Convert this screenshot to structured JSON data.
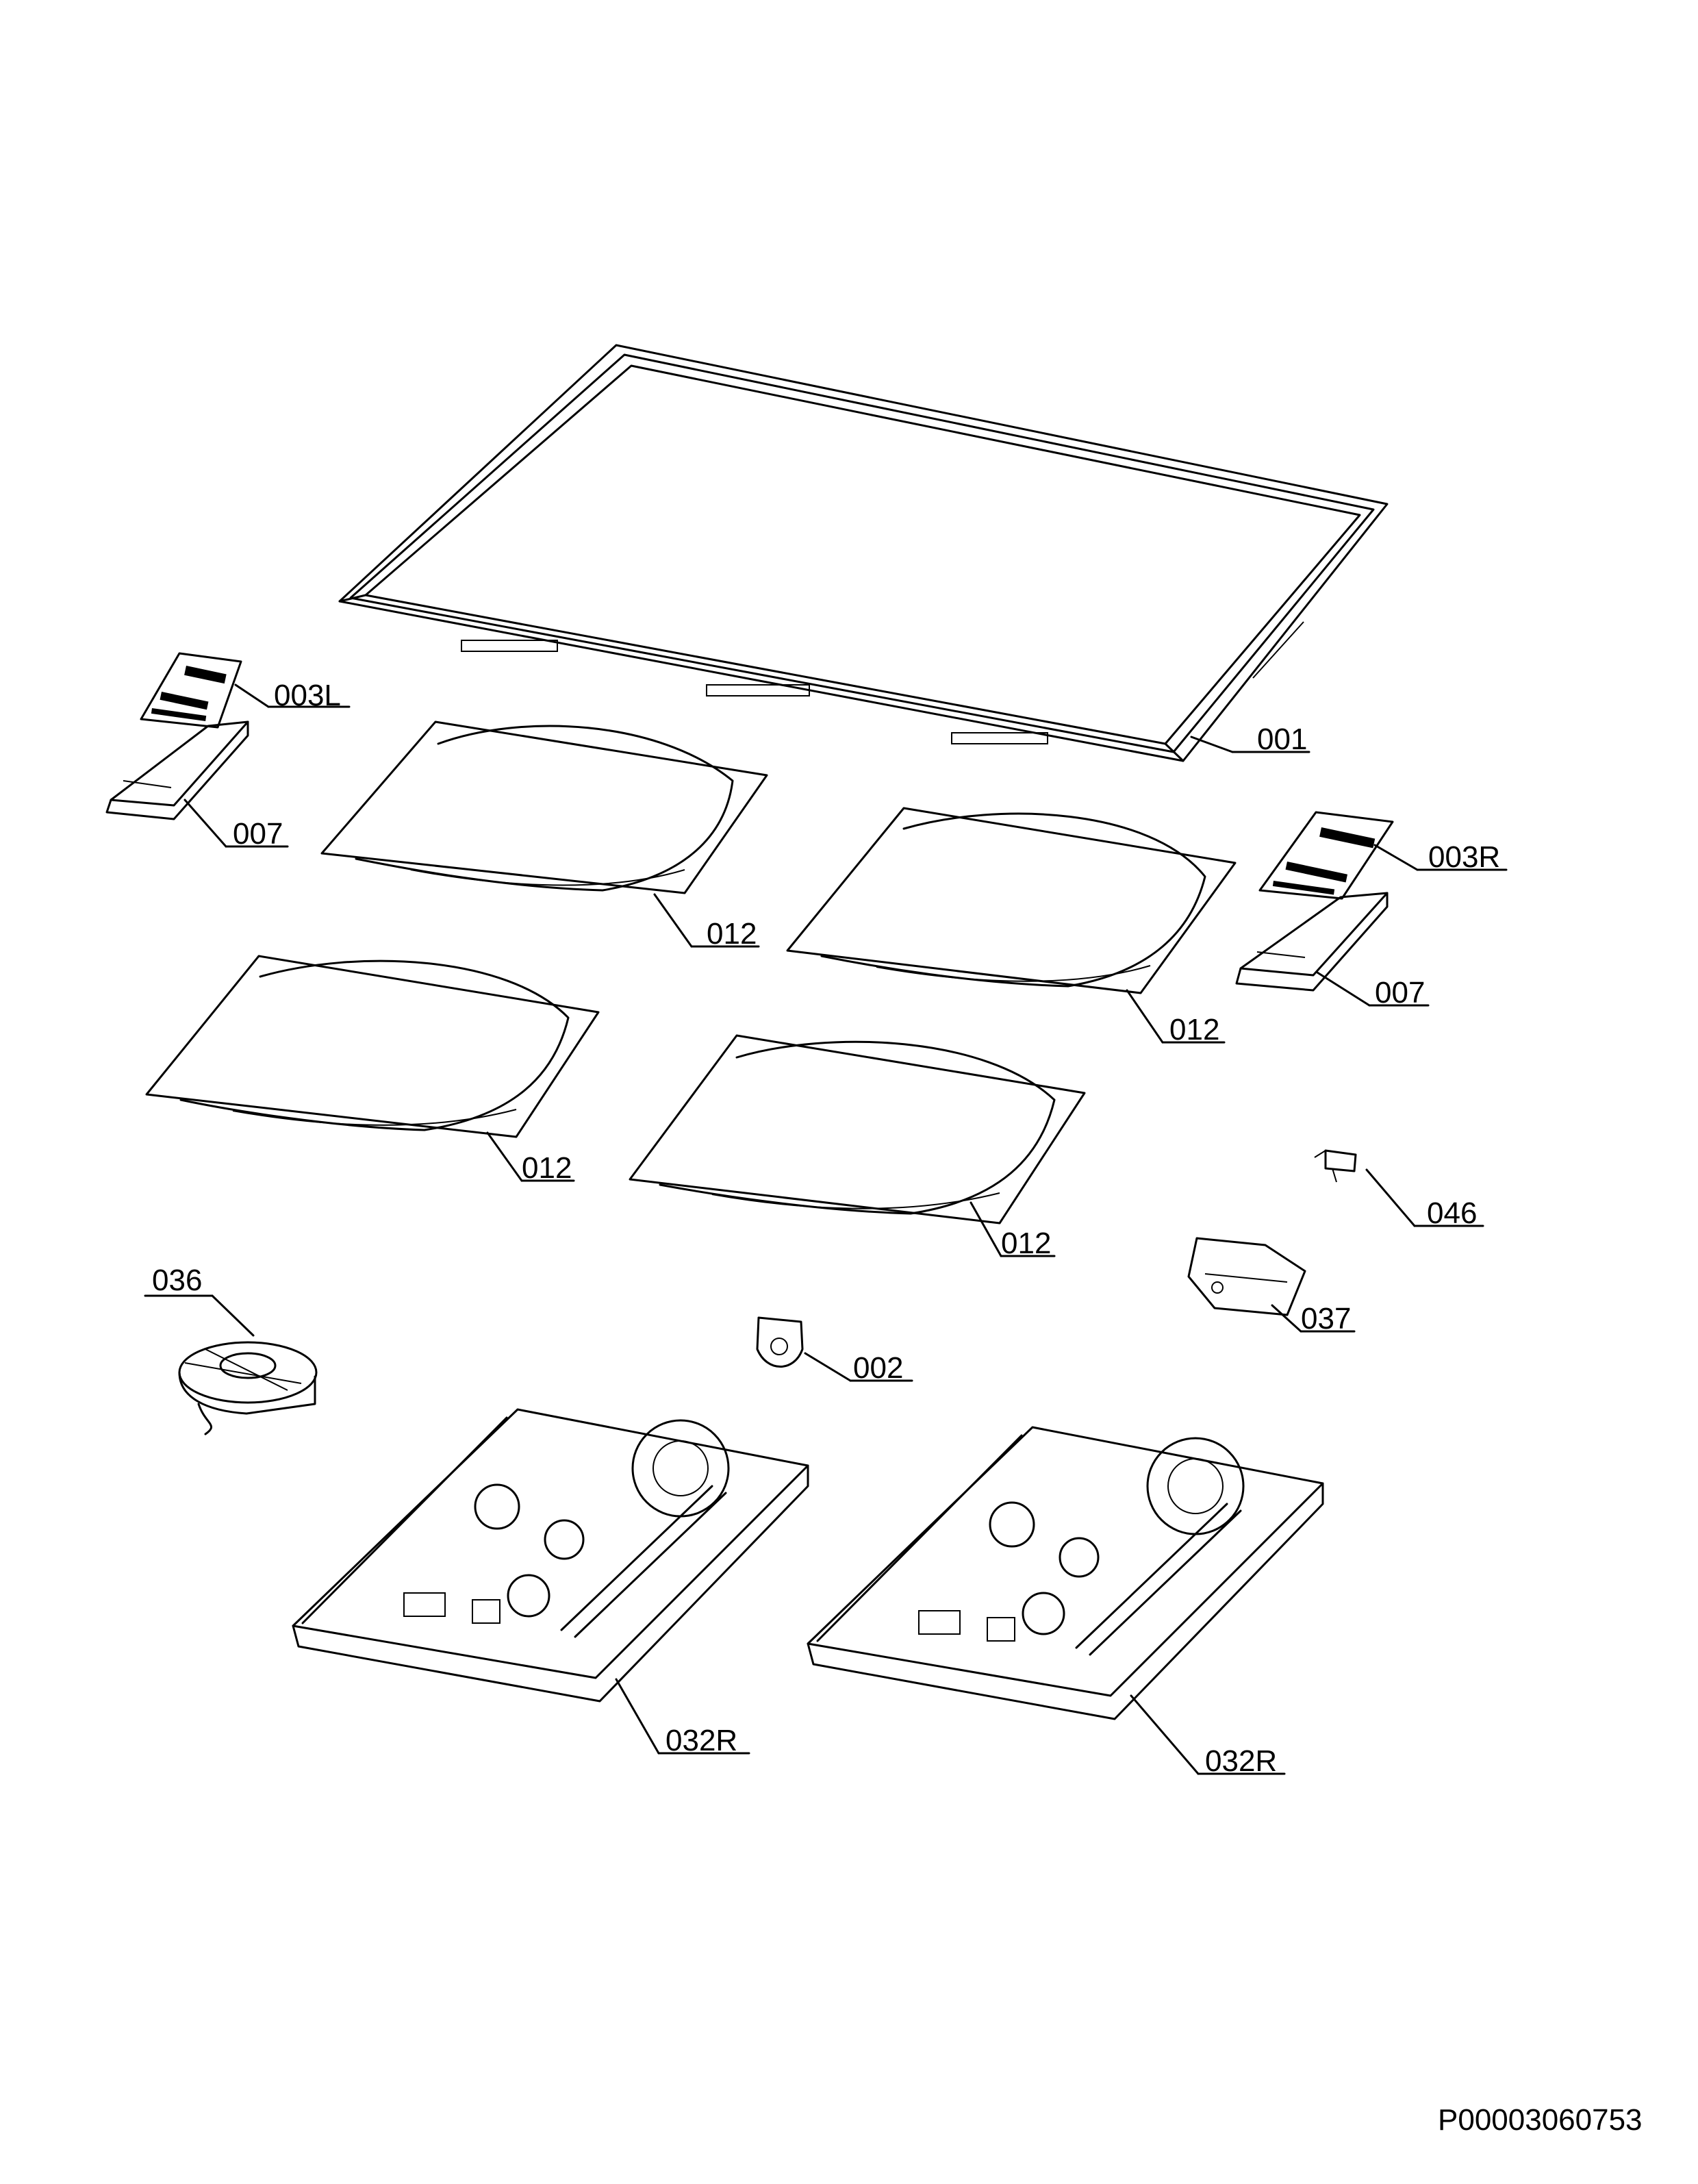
{
  "labels": {
    "p001": "001",
    "p002": "002",
    "p003L": "003L",
    "p003R": "003R",
    "p007a": "007",
    "p007b": "007",
    "p012a": "012",
    "p012b": "012",
    "p012c": "012",
    "p012d": "012",
    "p032a": "032R",
    "p032b": "032R",
    "p036": "036",
    "p037": "037",
    "p046": "046"
  },
  "document_id": "P00003060753"
}
